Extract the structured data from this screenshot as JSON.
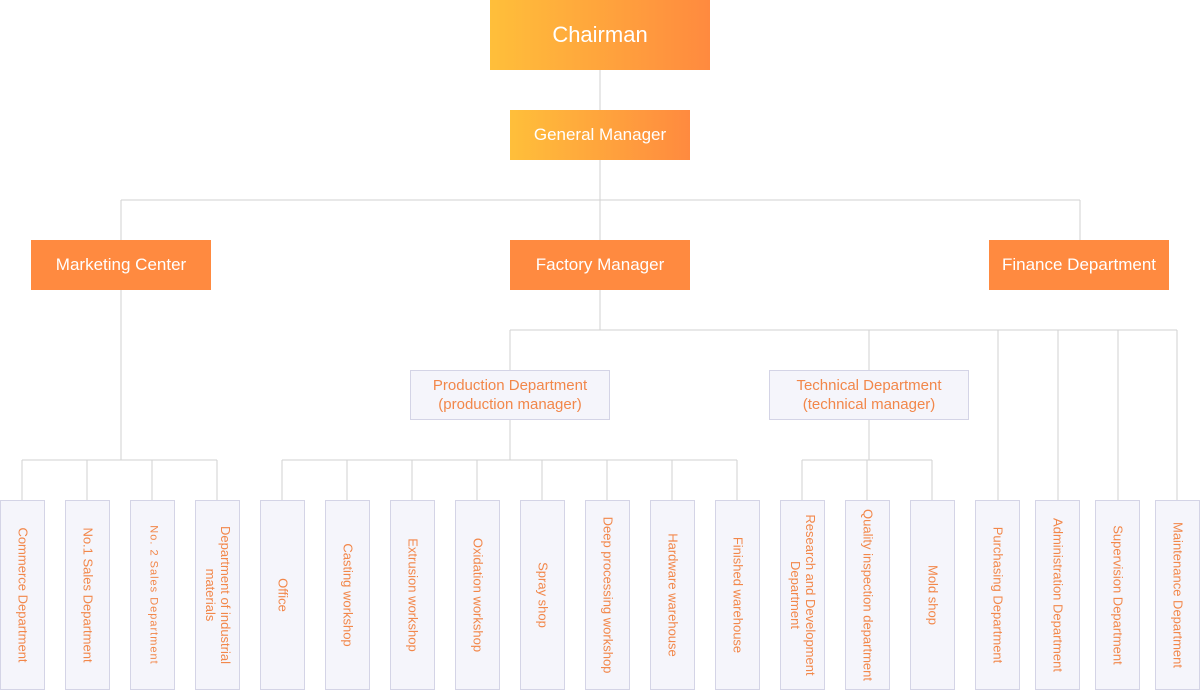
{
  "chairman": "Chairman",
  "general_manager": "General Manager",
  "level2": {
    "marketing": "Marketing Center",
    "factory": "Factory Manager",
    "finance": "Finance Department"
  },
  "mid": {
    "production_line1": "Production Department",
    "production_line2": "(production manager)",
    "technical_line1": "Technical Department",
    "technical_line2": "(technical manager)"
  },
  "leaves": [
    "Commerce Department",
    "No.1 Sales Department",
    "No. 2  Sales  Department",
    "Department of industrial materials",
    "Office",
    "Casting workshop",
    "Extrusion workshop",
    "Oxidation workshop",
    "Spray shop",
    "Deep processing workshop",
    "Hardware warehouse",
    "Finished warehouse",
    "Research and Development Department",
    "Quality inspection department",
    "Mold shop",
    "Purchasing Department",
    "Administration Department",
    "Supervision Department",
    "Maintenance Department"
  ],
  "colors": {
    "accent_orange": "#ff8a40",
    "gradient_start": "#ffbf3a",
    "gradient_end": "#ff8a3f",
    "leaf_text": "#f2874a",
    "connector": "#d2d2d2"
  }
}
